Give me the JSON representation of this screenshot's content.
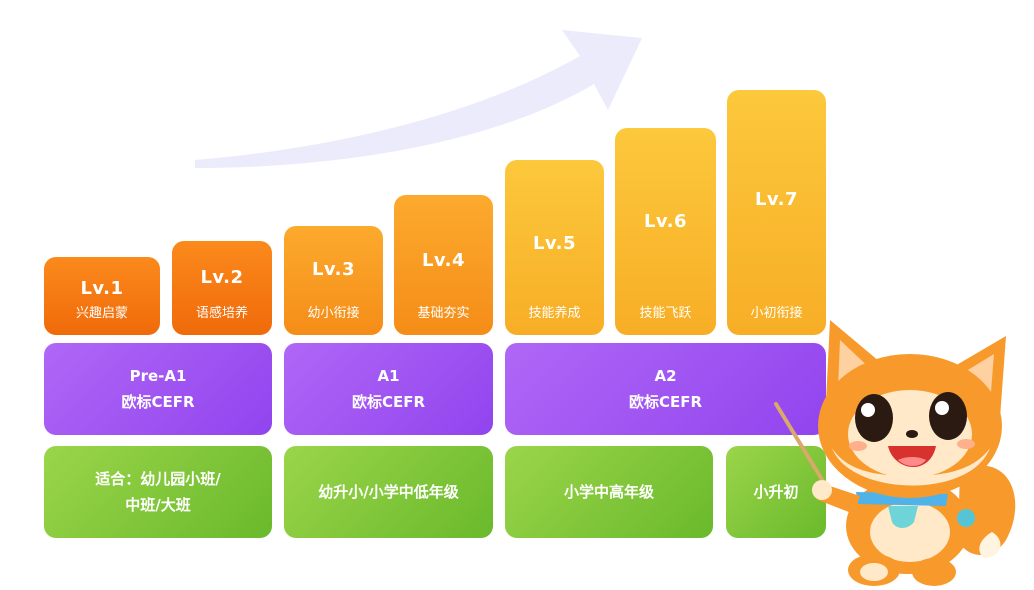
{
  "levels": [
    {
      "lv": "Lv.1",
      "label": "兴趣启蒙"
    },
    {
      "lv": "Lv.2",
      "label": "语感培养"
    },
    {
      "lv": "Lv.3",
      "label": "幼小衔接"
    },
    {
      "lv": "Lv.4",
      "label": "基础夯实"
    },
    {
      "lv": "Lv.5",
      "label": "技能养成"
    },
    {
      "lv": "Lv.6",
      "label": "技能飞跃"
    },
    {
      "lv": "Lv.7",
      "label": "小初衔接"
    }
  ],
  "cefr": [
    {
      "line1": "Pre-A1",
      "line2": "欧标CEFR"
    },
    {
      "line1": "A1",
      "line2": "欧标CEFR"
    },
    {
      "line1": "A2",
      "line2": "欧标CEFR"
    }
  ],
  "grades": [
    {
      "line1": "适合：幼儿园小班/",
      "line2": "中班/大班"
    },
    {
      "line1": "幼升小/小学中低年级"
    },
    {
      "line1": "小学中高年级"
    },
    {
      "line1": "小升初"
    }
  ],
  "colors": {
    "orange_dark": "#f06a0a",
    "orange_mid": "#f58d18",
    "yellow": "#f7ae26",
    "purple": "#9b50f0",
    "green": "#7cc236",
    "arrow": "#ecebfb"
  },
  "icons": [
    "trend-arrow-icon",
    "fox-mascot-icon"
  ]
}
